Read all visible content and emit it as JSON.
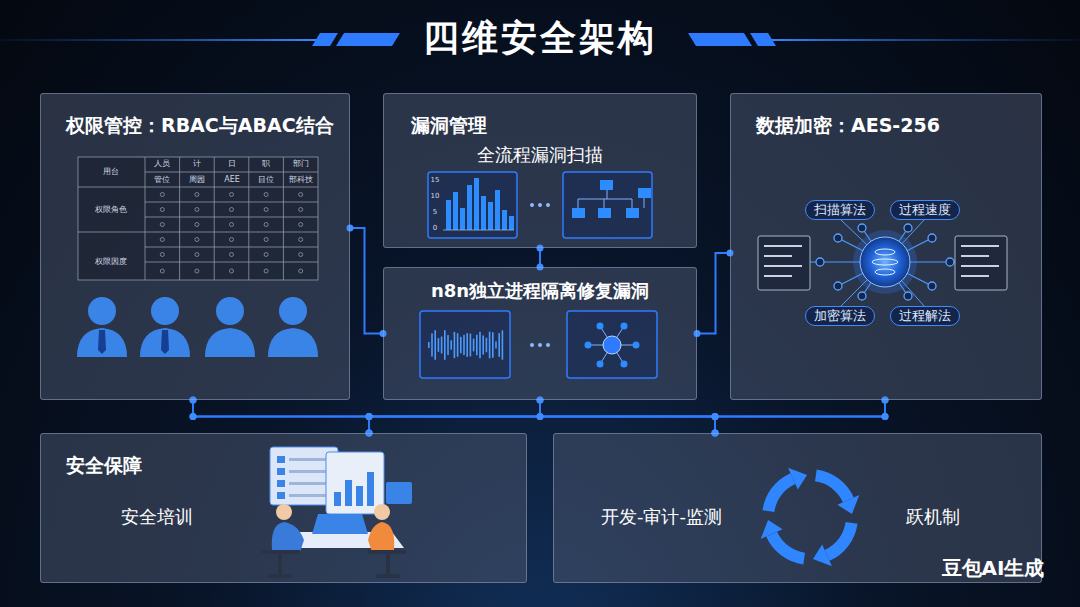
{
  "diagram": {
    "title": "四维安全架构",
    "nodes": [
      {
        "text": [
          "权限管控：RBAC与ABAC结合"
        ]
      },
      {
        "text": [
          "漏洞管理",
          "全流程漏洞扫描"
        ]
      },
      {
        "text": [
          "n8n独立进程隔离修复漏洞"
        ]
      },
      {
        "text": [
          "数据加密：AES-256"
        ]
      },
      {
        "text": [
          "扫描算法"
        ],
        "in": 3
      },
      {
        "text": [
          "过程速度"
        ],
        "in": 3
      },
      {
        "text": [
          "加密算法"
        ],
        "in": 3
      },
      {
        "text": [
          "过程解法"
        ],
        "in": 3
      },
      {
        "text": [
          "安全保障",
          "安全培训"
        ]
      },
      {
        "text": [
          "开发-审计-监测",
          "跃机制"
        ]
      }
    ],
    "edges": [
      {
        "from": 0,
        "to": 2,
        "arrow": "none"
      },
      {
        "from": 1,
        "to": 2,
        "arrow": "none"
      },
      {
        "from": 3,
        "to": 2,
        "arrow": "none"
      },
      {
        "from": 0,
        "to": 8,
        "arrow": "none"
      },
      {
        "from": 0,
        "to": 9,
        "arrow": "none"
      },
      {
        "from": 2,
        "to": 8,
        "arrow": "none"
      },
      {
        "from": 2,
        "to": 9,
        "arrow": "none"
      },
      {
        "from": 3,
        "to": 8,
        "arrow": "none"
      },
      {
        "from": 3,
        "to": 9,
        "arrow": "none"
      }
    ],
    "labels": [
      "用台",
      "人员",
      "计",
      "日",
      "职",
      "部门",
      "管位",
      "周园",
      "AEE",
      "目位",
      "部科技",
      "权限角色",
      "权限因度",
      "15",
      "10",
      "5",
      "0",
      "豆包AI生成"
    ]
  }
}
